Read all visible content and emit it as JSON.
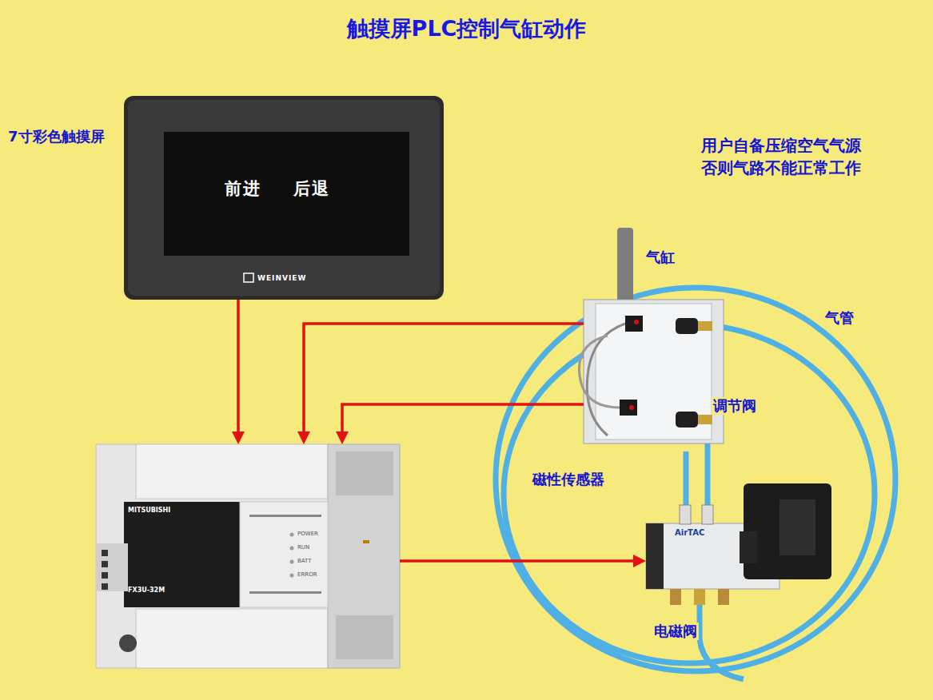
{
  "diagram": {
    "title": "触摸屏PLC控制气缸动作",
    "nodes": [
      {
        "text": [
          "7寸彩色触摸屏",
          "前进",
          "后退",
          "WEINVIEW"
        ]
      },
      {
        "text": [
          "MITSUBISHI",
          "FX3U-32M",
          "POWER",
          "RUN",
          "BATT",
          "ERROR"
        ]
      },
      {
        "text": [
          "气缸"
        ]
      },
      {
        "text": [
          "AirTAC",
          "电磁阀"
        ]
      }
    ],
    "edges": [
      {
        "from": 0,
        "to": 1,
        "arrow": "to"
      },
      {
        "from": 2,
        "to": 1,
        "arrow": "to"
      },
      {
        "from": 2,
        "to": 1,
        "arrow": "to"
      },
      {
        "from": 1,
        "to": 3,
        "arrow": "to"
      }
    ],
    "labels": [
      "用户自备压缩空气气源 否则气路不能正常工作",
      "气管",
      "调节阀",
      "磁性传感器"
    ]
  }
}
